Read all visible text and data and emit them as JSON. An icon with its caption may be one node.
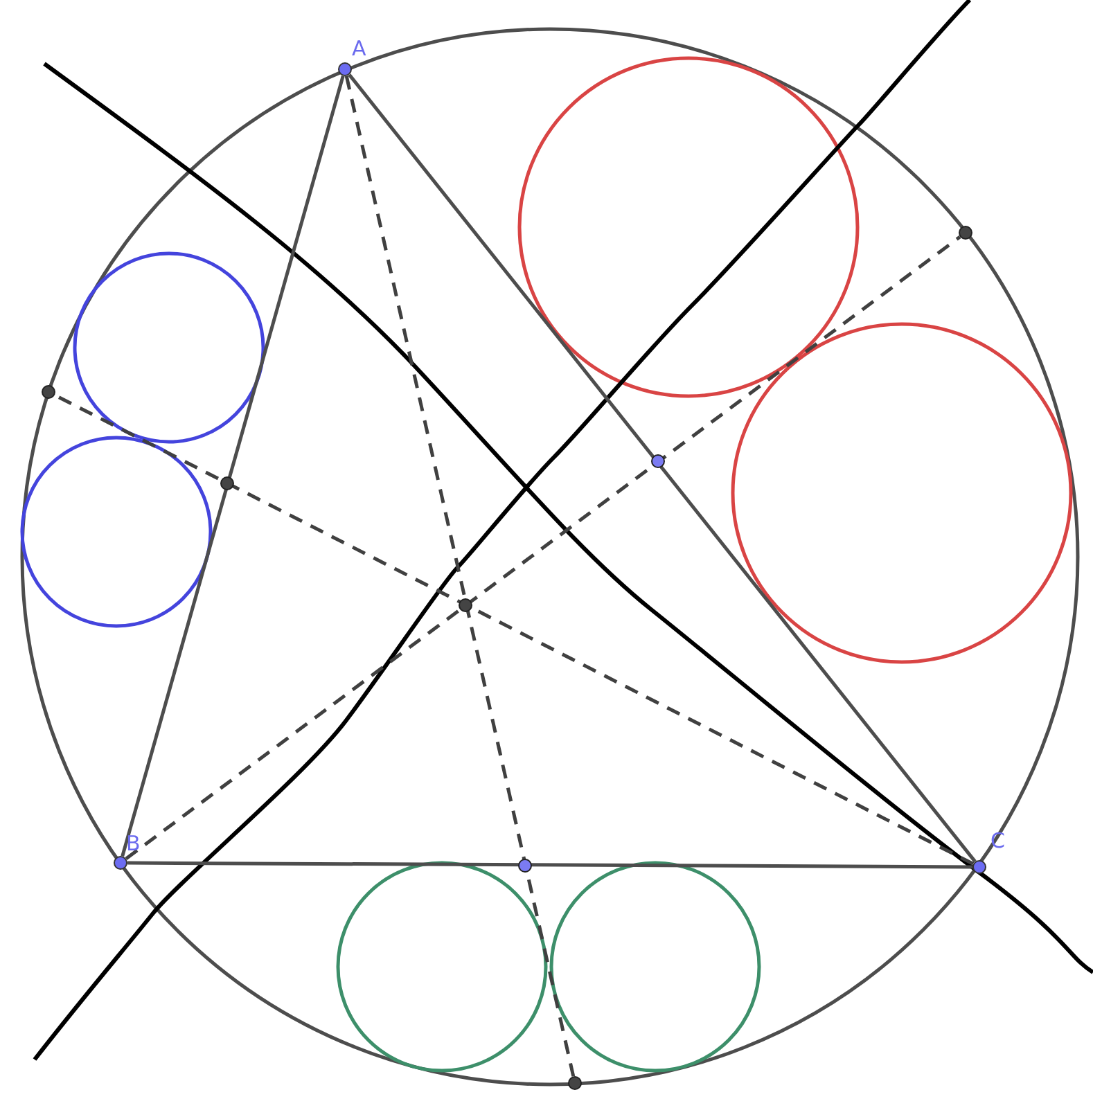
{
  "diagram": {
    "nodes": [
      {
        "text": [
          "A"
        ]
      },
      {
        "text": [
          "B"
        ]
      },
      {
        "text": [
          "C"
        ]
      },
      {
        "text": [],
        "shape": "circle"
      },
      {
        "text": [],
        "shape": "circle"
      },
      {
        "text": [],
        "shape": "circle"
      },
      {
        "text": [],
        "shape": "circle"
      },
      {
        "text": [],
        "shape": "circle"
      },
      {
        "text": [],
        "shape": "circle"
      },
      {
        "text": [],
        "shape": "circle"
      }
    ],
    "edges": [
      {
        "from": 0,
        "to": 1,
        "arrow": "none"
      },
      {
        "from": 1,
        "to": 2,
        "arrow": "none"
      },
      {
        "from": 0,
        "to": 2,
        "arrow": "none"
      },
      {
        "from": 0,
        "to": 7,
        "arrow": "none",
        "style": "dashed"
      },
      {
        "from": 1,
        "to": 8,
        "arrow": "none",
        "style": "dashed"
      },
      {
        "from": 2,
        "to": 9,
        "arrow": "none",
        "style": "dashed"
      }
    ]
  }
}
